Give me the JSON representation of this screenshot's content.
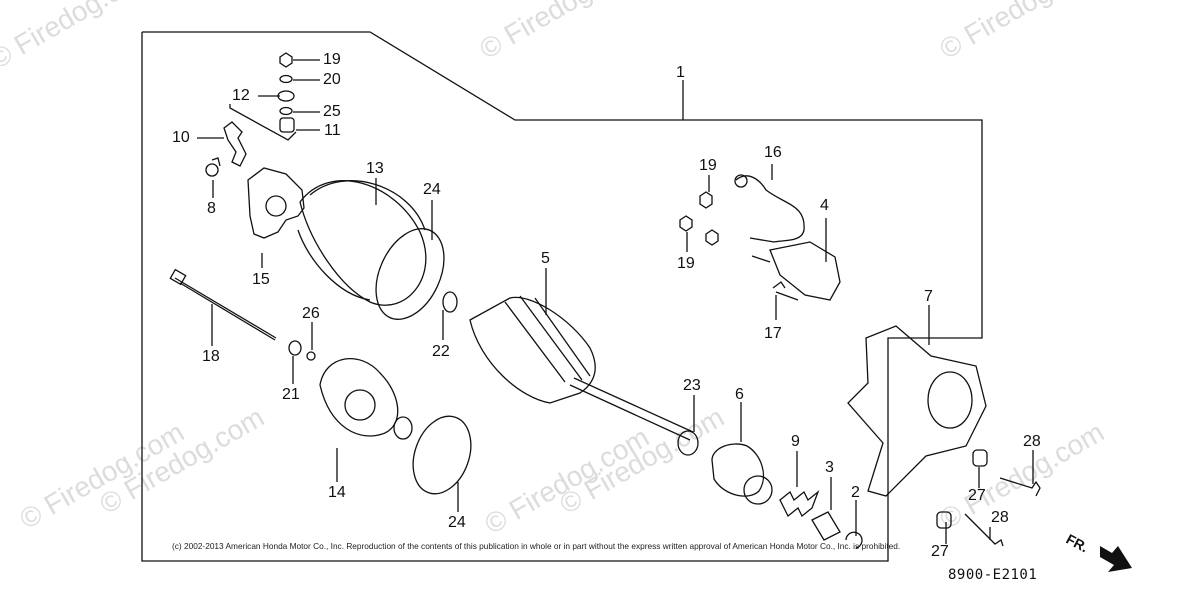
{
  "watermarks": [
    "© Firedog.com",
    "© Firedog.com",
    "© Firedog.com",
    "© Firedog.com",
    "© Firedog.com",
    "© Firedog.com",
    "© Firedog.com",
    "© Firedog.com"
  ],
  "part_labels": {
    "p1": "1",
    "p2": "2",
    "p3": "3",
    "p4": "4",
    "p5": "5",
    "p6": "6",
    "p7": "7",
    "p8": "8",
    "p9": "9",
    "p10": "10",
    "p11": "11",
    "p12": "12",
    "p13": "13",
    "p14": "14",
    "p15": "15",
    "p16": "16",
    "p17": "17",
    "p18": "18",
    "p19a": "19",
    "p19b": "19",
    "p19c": "19",
    "p20": "20",
    "p21": "21",
    "p22": "22",
    "p23": "23",
    "p24a": "24",
    "p24b": "24",
    "p25": "25",
    "p26": "26",
    "p27a": "27",
    "p27b": "27",
    "p28a": "28",
    "p28b": "28"
  },
  "copyright": "(c) 2002-2013 American Honda Motor Co., Inc. Reproduction of the contents of this publication in whole or in part without the express written approval of American Honda Motor Co., Inc. is prohibited.",
  "diagram_code": "8900-E2101",
  "front_indicator": "FR."
}
